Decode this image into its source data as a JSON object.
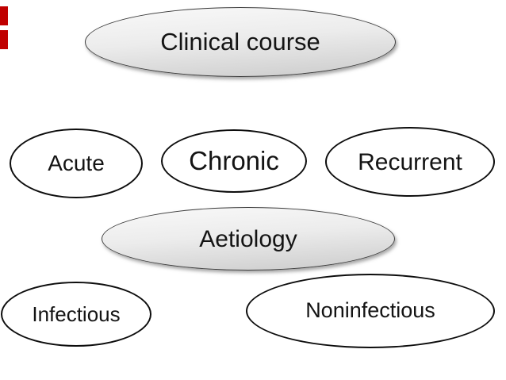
{
  "canvas": {
    "background": "#ffffff"
  },
  "markers": {
    "color": "#c00000",
    "description": "two small red bars at top-left edge"
  },
  "diagram": {
    "text_color": "#141414",
    "category_fill_top": "#f9f9f9",
    "category_fill_bottom": "#cbcbcb",
    "category_border": "#3c3c3c",
    "item_fill": "#ffffff",
    "item_border": "#0d0d0d",
    "nodes": [
      {
        "id": "clinical-course",
        "label": "Clinical course",
        "variant": "gradient"
      },
      {
        "id": "acute",
        "label": "Acute",
        "variant": "plain"
      },
      {
        "id": "chronic",
        "label": "Chronic",
        "variant": "plain"
      },
      {
        "id": "recurrent",
        "label": "Recurrent",
        "variant": "plain"
      },
      {
        "id": "aetiology",
        "label": "Aetiology",
        "variant": "gradient"
      },
      {
        "id": "infectious",
        "label": "Infectious",
        "variant": "plain"
      },
      {
        "id": "noninfectious",
        "label": "Noninfectious",
        "variant": "plain"
      }
    ]
  }
}
